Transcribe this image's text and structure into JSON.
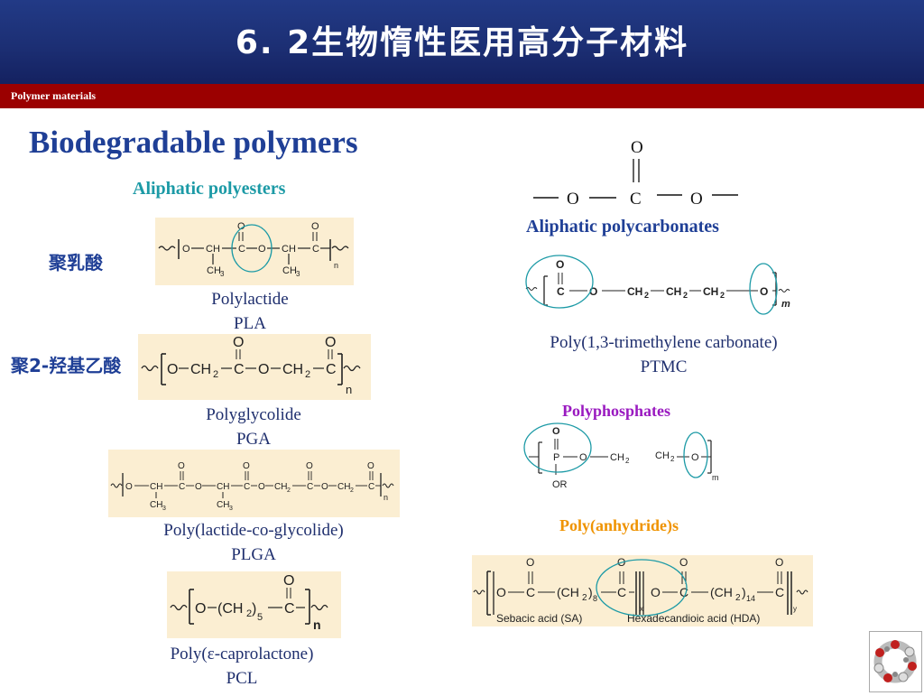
{
  "header": {
    "title": "6. 2生物惰性医用高分子材料",
    "subtitle": "Polymer materials"
  },
  "main": {
    "heading": "Biodegradable polymers"
  },
  "left": {
    "group_title": "Aliphatic polyesters",
    "items": [
      {
        "chinese": "聚乳酸",
        "name": "Polylactide",
        "abbr": "PLA"
      },
      {
        "chinese": "聚2-羟基乙酸",
        "name": "Polyglycolide",
        "abbr": "PGA"
      },
      {
        "name": "Poly(lactide-co-glycolide)",
        "abbr": "PLGA"
      },
      {
        "name": "Poly(ε-caprolactone)",
        "abbr": "PCL"
      }
    ]
  },
  "right": {
    "carbonate_group": {
      "top_o": "O",
      "left_o": "O",
      "center_c": "C",
      "right_o": "O"
    },
    "carbonates_title": "Aliphatic polycarbonates",
    "ptmc": {
      "name": "Poly(1,3-trimethylene carbonate)",
      "abbr": "PTMC"
    },
    "phosphates_title": "Polyphosphates",
    "anhydrides_title": "Poly(anhydride)s",
    "anhydride_labels": [
      "Sebacic acid (SA)",
      "Hexadecandioic acid (HDA)"
    ]
  },
  "colors": {
    "title_bar": "#1c2f74",
    "red_bar": "#9b0000",
    "heading": "#1f3f96",
    "teal": "#1c9aa6",
    "purple": "#9a1ac0",
    "orange": "#ef9300",
    "panel": "#fbeed2",
    "circle": "#1c9aa6"
  },
  "icons": {
    "logo": "cyclodextrin-molecule-icon"
  }
}
